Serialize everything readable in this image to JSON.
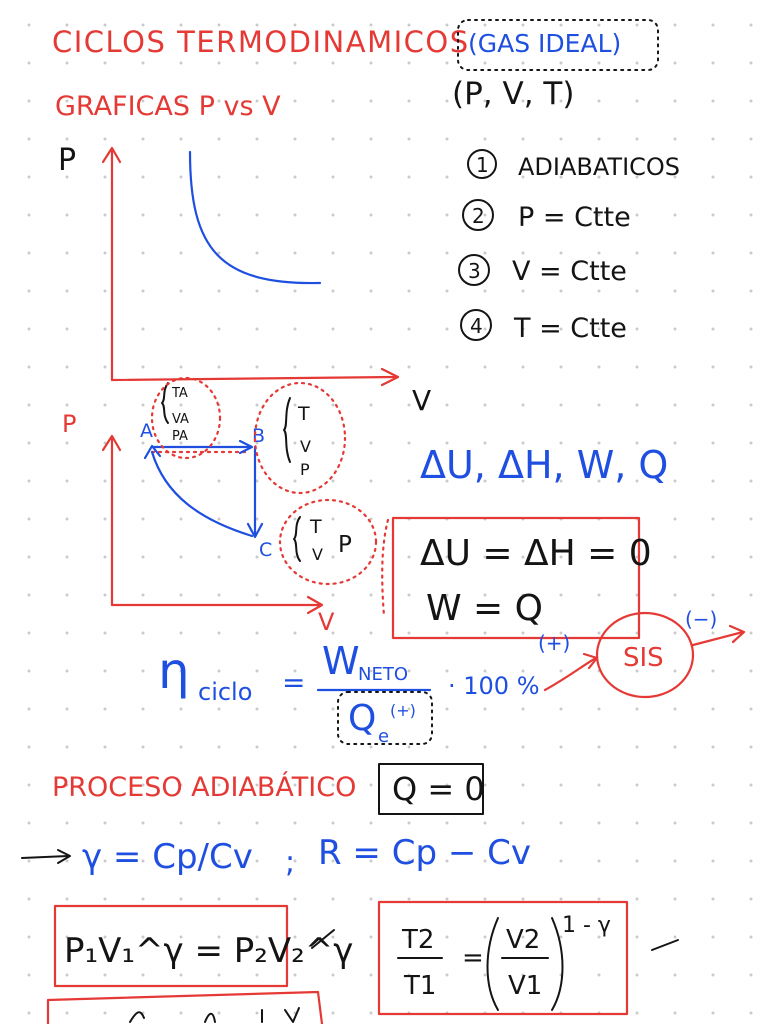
{
  "header": {
    "title": "CICLOS TERMODINAMICOS",
    "subtitle": "GRAFICAS P vs V",
    "gas_note": "(GAS IDEAL)",
    "variables": "(P, V, T)"
  },
  "graph1": {
    "y_label": "P",
    "x_label": "V"
  },
  "process_list": [
    {
      "num": "1",
      "text": "ADIABATICOS"
    },
    {
      "num": "2",
      "text": "P = Ctte"
    },
    {
      "num": "3",
      "text": "V = Ctte"
    },
    {
      "num": "4",
      "text": "T = Ctte"
    }
  ],
  "graph2": {
    "y_label": "P",
    "x_label": "V",
    "point_a": "A",
    "point_b": "B",
    "point_c": "C",
    "a_vars": [
      "TA",
      "VA",
      "PA"
    ],
    "b_vars": [
      "T",
      "V",
      "P"
    ],
    "c_vars": [
      "T",
      "V"
    ],
    "c_extra": "P"
  },
  "state_functions": "ΔU, ΔH, W, Q",
  "cycle_box": {
    "line1": "ΔU = ΔH = 0",
    "line2": "W = Q"
  },
  "system_diagram": {
    "plus": "(+)",
    "label": "SIS",
    "minus": "(−)"
  },
  "efficiency": {
    "eta": "η",
    "sub": "ciclo",
    "eq": "=",
    "numerator": "W",
    "numerator_sub": "NETO",
    "denominator": "Q",
    "denominator_sub": "e",
    "denominator_sup": "(+)",
    "times": "· 100 %"
  },
  "adiabatic": {
    "title": "PROCESO ADIABÁTICO",
    "q_box": "Q = 0",
    "gamma_line_left": "γ = Cp/Cv",
    "separator": ";",
    "gamma_line_right": "R = Cp − Cv"
  },
  "formula1": {
    "text": "P₁V₁^γ = P₂V₂^γ"
  },
  "formula2": {
    "lhs_num": "T2",
    "lhs_den": "T1",
    "eq": "=",
    "rhs_num": "V2",
    "rhs_den": "V1",
    "exponent": "1 - γ"
  }
}
